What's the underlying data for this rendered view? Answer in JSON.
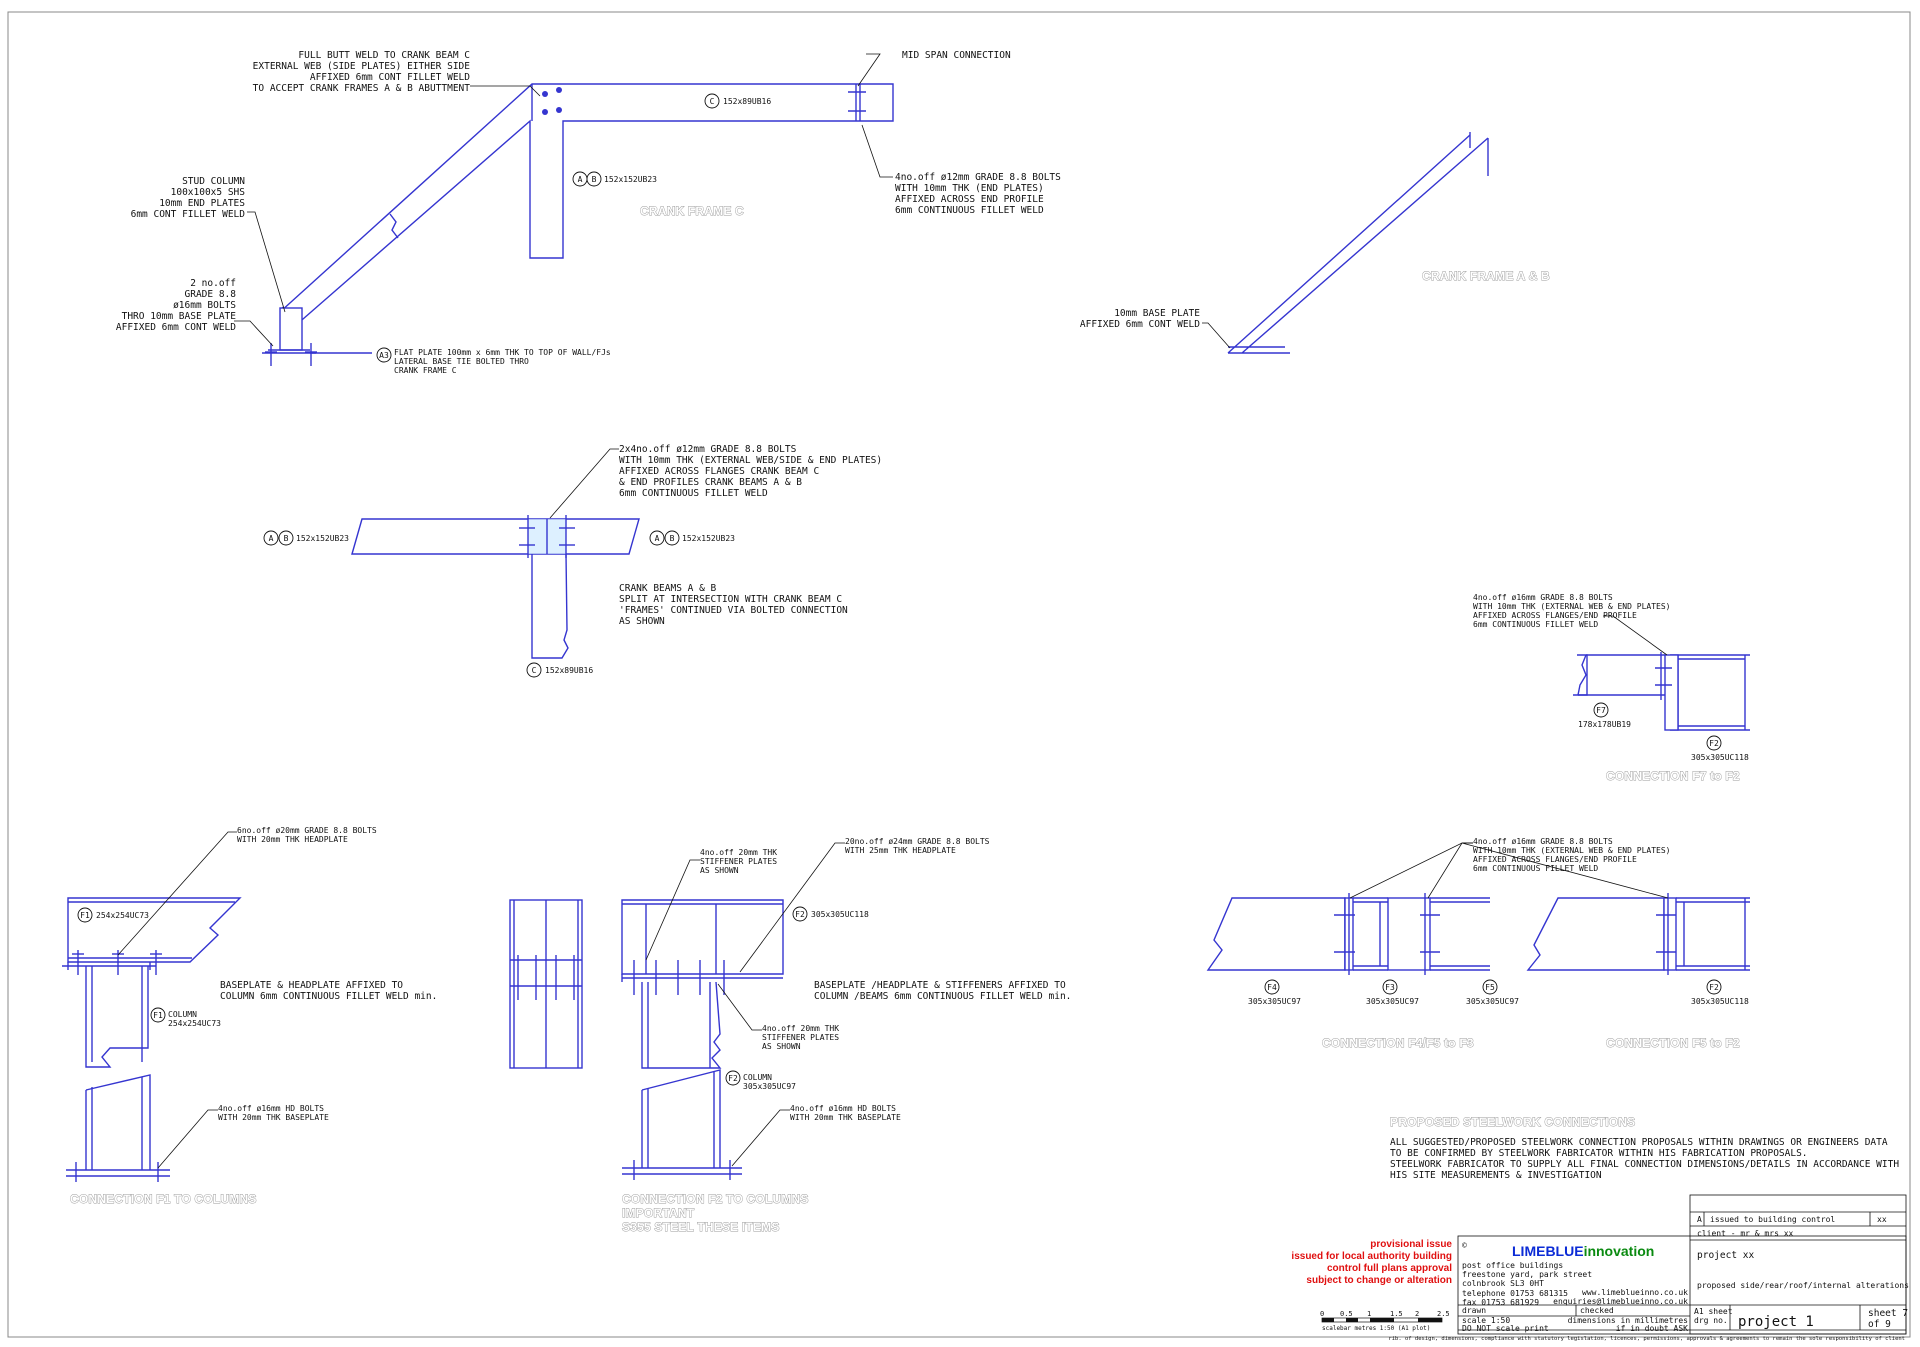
{
  "notes": {
    "crank_c_weld": [
      "FULL BUTT WELD TO CRANK BEAM C",
      "EXTERNAL WEB (SIDE PLATES) EITHER SIDE",
      "AFFIXED 6mm CONT FILLET WELD",
      "TO ACCEPT CRANK FRAMES A & B ABUTTMENT"
    ],
    "mid_span": "MID SPAN CONNECTION",
    "bolts_12": [
      "4no.off ø12mm GRADE 8.8 BOLTS",
      "WITH 10mm THK (END PLATES)",
      "AFFIXED ACROSS END PROFILE",
      "6mm CONTINUOUS FILLET WELD"
    ],
    "stud_column": [
      "STUD COLUMN",
      "100x100x5 SHS",
      "10mm END PLATES",
      "6mm CONT FILLET WELD"
    ],
    "base_bolts": [
      "2 no.off",
      "GRADE 8.8",
      "ø16mm BOLTS",
      "THRO 10mm BASE PLATE",
      "AFFIXED 6mm CONT WELD"
    ],
    "flat_plate": [
      "FLAT PLATE 100mm x 6mm THK TO TOP OF WALL/FJs",
      "LATERAL BASE TIE BOLTED THRO",
      "CRANK FRAME C"
    ],
    "base_plate_ab": [
      "10mm BASE PLATE",
      "AFFIXED 6mm CONT WELD"
    ],
    "bolts_2x4": [
      "2x4no.off ø12mm GRADE 8.8 BOLTS",
      "WITH 10mm THK (EXTERNAL WEB/SIDE & END PLATES)",
      "AFFIXED ACROSS FLANGES CRANK BEAM C",
      "& END PROFILES CRANK BEAMS A & B",
      "6mm CONTINUOUS FILLET WELD"
    ],
    "crank_split": [
      "CRANK BEAMS A & B",
      "SPLIT AT INTERSECTION WITH CRANK BEAM C",
      "'FRAMES' CONTINUED VIA BOLTED CONNECTION",
      "AS SHOWN"
    ],
    "bolts_f7": [
      "4no.off ø16mm GRADE 8.8 BOLTS",
      "WITH 10mm THK (EXTERNAL WEB & END PLATES)",
      "AFFIXED ACROSS FLANGES/END PROFILE",
      "6mm CONTINUOUS FILLET WELD"
    ],
    "bolts_20": [
      "6no.off ø20mm GRADE 8.8 BOLTS",
      "WITH 20mm THK HEADPLATE"
    ],
    "base_head_f1": [
      "BASEPLATE & HEADPLATE AFFIXED TO",
      "COLUMN 6mm CONTINUOUS FILLET WELD min."
    ],
    "hd_f1": [
      "4no.off ø16mm HD BOLTS",
      "WITH 20mm THK BASEPLATE"
    ],
    "stiff_top": [
      "4no.off 20mm THK",
      "STIFFENER PLATES",
      "AS SHOWN"
    ],
    "bolts_24": [
      "20no.off ø24mm GRADE 8.8 BOLTS",
      "WITH 25mm THK HEADPLATE"
    ],
    "stiff_bot": [
      "4no.off 20mm THK",
      "STIFFENER PLATES",
      "AS SHOWN"
    ],
    "base_head_f2": [
      "BASEPLATE /HEADPLATE & STIFFENERS AFFIXED TO",
      "COLUMN /BEAMS 6mm CONTINUOUS FILLET WELD min."
    ],
    "hd_f2": [
      "4no.off ø16mm HD BOLTS",
      "WITH 20mm THK BASEPLATE"
    ],
    "bolts_f4": [
      "4no.off ø16mm GRADE 8.8 BOLTS",
      "WITH 10mm THK (EXTERNAL WEB & END PLATES)",
      "AFFIXED ACROSS FLANGES/END PROFILE",
      "6mm CONTINUOUS FILLET WELD"
    ],
    "proposed_title": "PROPOSED STEELWORK CONNECTIONS",
    "proposed_body": [
      "ALL SUGGESTED/PROPOSED STEELWORK CONNECTION PROPOSALS WITHIN DRAWINGS OR ENGINEERS DATA",
      "TO BE CONFIRMED BY STEELWORK FABRICATOR WITHIN HIS FABRICATION PROPOSALS.",
      "STEELWORK FABRICATOR TO SUPPLY ALL FINAL CONNECTION DIMENSIONS/DETAILS IN ACCORDANCE WITH",
      "HIS SITE MEASUREMENTS & INVESTIGATION"
    ]
  },
  "captions": {
    "crank_c": "CRANK FRAME C",
    "crank_ab": "CRANK FRAME A & B",
    "f7_f2": "CONNECTION F7 to F2",
    "f1_col": "CONNECTION F1 TO COLUMNS",
    "f2_col": [
      "CONNECTION F2 TO COLUMNS",
      "IMPORTANT",
      "S355 STEEL THESE ITEMS"
    ],
    "f4_f3": "CONNECTION F4/F5 to F3",
    "f5_f2": "CONNECTION F5 to F2"
  },
  "tags": {
    "c": "C",
    "a": "A",
    "b": "B",
    "a3": "A3",
    "f1": "F1",
    "f2": "F2",
    "f3": "F3",
    "f4": "F4",
    "f5": "F5",
    "f7": "F7"
  },
  "sizes": {
    "ub16": "152x89UB16",
    "ub23": "152x152UB23",
    "ub19": "178x178UB19",
    "uc118": "305x305UC118",
    "uc73": "254x254UC73",
    "uc97": "305x305UC97",
    "f1_column": "COLUMN",
    "f2_column": "COLUMN"
  },
  "title_block": {
    "provisional": [
      "provisional issue",
      "issued for local authority building",
      "control full plans approval",
      "subject to change or alteration"
    ],
    "copyright": "©",
    "logo_lime": "LIMEBLUE",
    "logo_innovation": "innovation",
    "address": [
      "post office buildings",
      "freestone yard, park street",
      "colnbrook SL3 0HT"
    ],
    "telephone": "telephone 01753 681315",
    "fax": "fax 01753 681929",
    "web": "www.limeblueinno.co.uk",
    "email": "enquiries@limeblueinno.co.uk",
    "drawn": "drawn",
    "checked": "checked",
    "scale": "scale 1:50",
    "do_not_scale": "DO NOT scale print",
    "dimensions": "dimensions in millimetres",
    "if_in_doubt": "if in doubt ASK",
    "rev_letter": "A",
    "rev_text": "issued to building control",
    "rev_by": "xx",
    "client": "client - mr & mrs xx",
    "project": "project xx",
    "description": "proposed side/rear/roof/internal alterations",
    "sheet_size": "A1 sheet",
    "drg_no_label": "drg no.",
    "drg_no": "project 1",
    "sheet": "sheet 7",
    "of": "of 9",
    "footer": "rib. of design, dimensions, compliance with statutory legislation, licences, permissions, approvals & agreements to remain the sole responsibility of client"
  },
  "scalebar": {
    "ticks": [
      "0",
      "0.5",
      "1",
      "1.5",
      "2",
      "2.5"
    ],
    "label": "scalebar metres 1:50 (A1 plot)"
  }
}
